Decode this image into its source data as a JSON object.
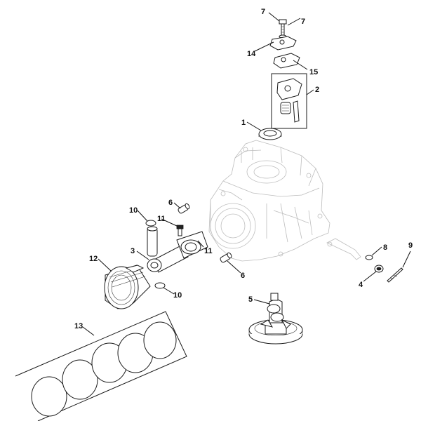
{
  "callouts": {
    "c7a": "7",
    "c7b": "7",
    "c14": "14",
    "c15": "15",
    "c2": "2",
    "c1": "1",
    "c6a": "6",
    "c10a": "10",
    "c11a": "11",
    "c3": "3",
    "c11b": "11",
    "c12": "12",
    "c6b": "6",
    "c10b": "10",
    "c8": "8",
    "c9": "9",
    "c4": "4",
    "c5": "5",
    "c13": "13"
  }
}
